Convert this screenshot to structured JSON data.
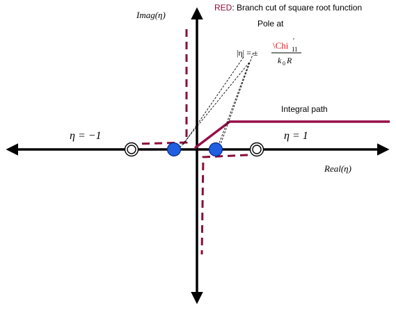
{
  "labels": {
    "imag_axis": "Imag(η)",
    "real_axis": "Real(η)",
    "eta_minus_one": "η = −1",
    "eta_one": "η = 1",
    "branch_cut_red": "RED",
    "branch_cut_rest": ": Branch cut of square root function",
    "pole_at": "Pole at",
    "integral_path": "Integral path"
  },
  "formula": {
    "lhs": "|η| = ±",
    "numerator": "\\Chi",
    "prime": "′",
    "subscript": "11",
    "denominator_k": "k",
    "denominator_sub": "0",
    "denominator_r": "R"
  },
  "colors": {
    "axis": "#000000",
    "branch_cut": "#8b0c3b",
    "integral_path": "#960f48",
    "pole_fill": "#1f5fe0",
    "pole_stroke": "#0c2a8a",
    "formula_red": "#e8141e",
    "leader_line": "#000000"
  },
  "icons": {
    "pole_marker": "filled-circle-icon",
    "branch_point_marker": "open-circle-icon",
    "axis_arrowhead": "arrowhead-icon"
  }
}
